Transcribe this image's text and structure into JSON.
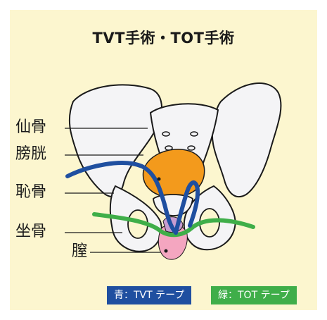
{
  "title": "TVT手術・TOT手術",
  "labels": {
    "sacrum": "仙骨",
    "bladder": "膀胱",
    "pubis": "恥骨",
    "ischium": "坐骨",
    "vagina": "膣"
  },
  "legend": {
    "tvt": "青：TVT テープ",
    "tot": "緑：TOT テープ"
  },
  "colors": {
    "background": "#fcf6cf",
    "tvt_tape": "#1f4fa0",
    "tot_tape": "#3fae49",
    "bladder": "#f39a1c",
    "vagina": "#f4a6c0",
    "bone": "#f4f4f6"
  }
}
